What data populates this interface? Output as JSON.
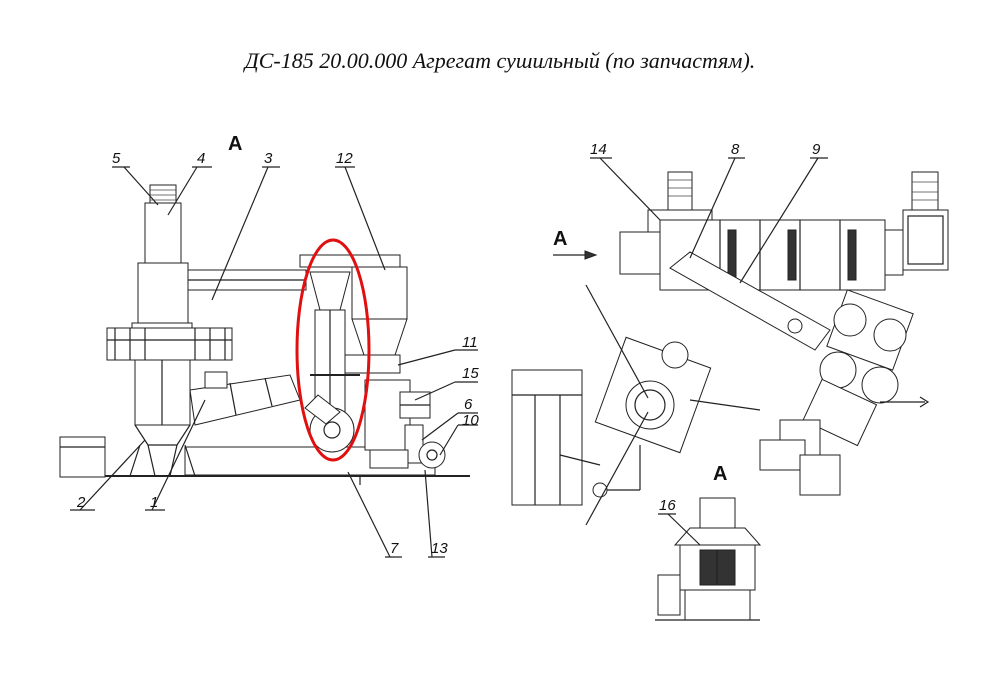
{
  "title": "ДС-185 20.00.000  Агрегат сушильный (по запчастям).",
  "views": {
    "left": "А",
    "arrow": "А",
    "detail": "А"
  },
  "callouts": {
    "c1": "1",
    "c2": "2",
    "c3": "3",
    "c4": "4",
    "c5": "5",
    "c6": "6",
    "c7": "7",
    "c8": "8",
    "c9": "9",
    "c10": "10",
    "c11": "11",
    "c12": "12",
    "c13": "13",
    "c14": "14",
    "c15": "15",
    "c16": "16"
  },
  "colors": {
    "line": "#222222",
    "highlight": "#e01010",
    "background": "#ffffff"
  }
}
